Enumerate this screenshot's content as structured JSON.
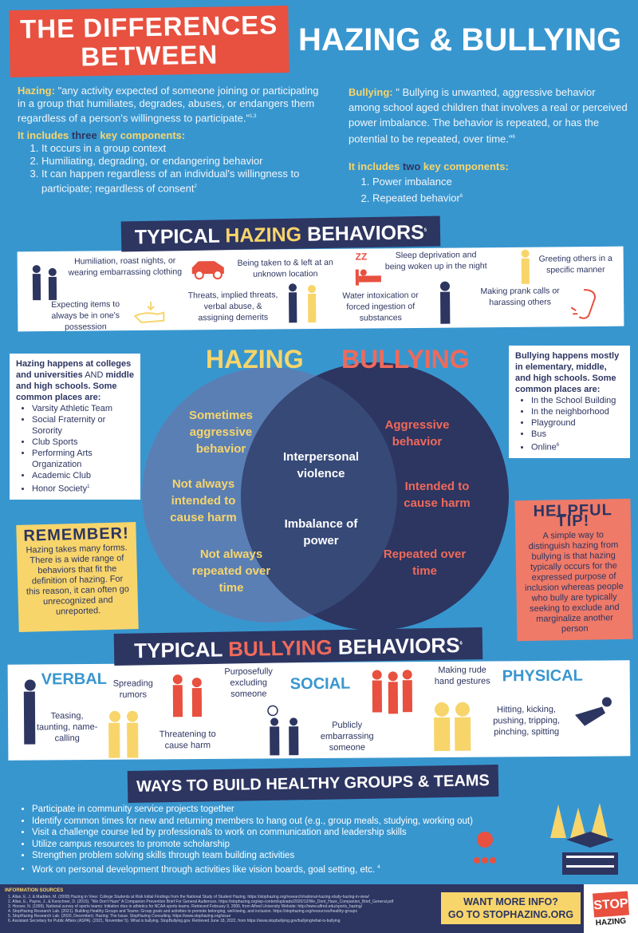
{
  "header": {
    "left_title": [
      "THE DIFFERENCES",
      "BETWEEN"
    ],
    "right_title": "HAZING & BULLYING"
  },
  "hazing_def": {
    "term": "Hazing:",
    "text": " \"any activity expected of someone joining or participating in a group that humiliates, degrades, abuses, or endangers them regardless of a person's willingness to participate.\"",
    "sup": "1,3",
    "components_pre": "It includes ",
    "components_count": "three",
    "components_post": " key components:",
    "items": [
      "It occurs in a group context",
      "Humiliating, degrading, or endangering behavior",
      "It can happen regardless of an individual's willingness to participate; regardless of consent"
    ],
    "items_sup": "2"
  },
  "bullying_def": {
    "term": "Bullying:",
    "text": " \" Bullying is unwanted, aggressive behavior among school aged children that involves a real or perceived power imbalance. The behavior is repeated, or has the potential to be repeated, over time.\"",
    "sup": "6",
    "components_pre": "It includes ",
    "components_count": "two",
    "components_post": " key components:",
    "items": [
      "Power imbalance",
      "Repeated behavior"
    ],
    "items_sup": "6"
  },
  "hazing_behaviors": {
    "title_pre": "TYPICAL ",
    "title_hl": "HAZING",
    "title_post": " BEHAVIORS",
    "sup": "5",
    "items": [
      "Humiliation, roast nights, or wearing embarrassing clothing",
      "Expecting items to always be in one's possession",
      "Being taken to & left at an unknown location",
      "Threats, implied threats, verbal abuse, & assigning demerits",
      "Sleep deprivation and being woken up in the night",
      "Water intoxication or forced ingestion of substances",
      "Greeting others in a specific manner",
      "Making prank calls or harassing others"
    ]
  },
  "venn": {
    "left_title": "HAZING",
    "right_title": "BULLYING",
    "left": [
      "Sometimes aggressive behavior",
      "Not always intended to cause harm",
      "Not always repeated over time"
    ],
    "center": [
      "Interpersonal violence",
      "Imbalance of power"
    ],
    "right": [
      "Aggressive behavior",
      "Intended to cause harm",
      "Repeated over time"
    ],
    "colors": {
      "left": "#5a7fb5",
      "right": "#2d3561",
      "hazing": "#f7d56b",
      "bullying": "#ef6a5a"
    }
  },
  "hazing_places": {
    "b1": "Hazing happens at colleges and universities",
    "mid": " AND ",
    "b2": "middle and high schools. Some common places are:",
    "items": [
      "Varsity Athletic Team",
      "Social Fraternity or Sorority",
      "Club Sports",
      "Performing Arts Organization",
      "Academic Club",
      "Honor Society"
    ],
    "sup": "1"
  },
  "bullying_places": {
    "intro": "Bullying happens mostly in elementary, middle, and high schools. Some common places are:",
    "items": [
      "In the School Building",
      "In the neighborhood",
      "Playground",
      "Bus",
      "Online"
    ],
    "sup": "6"
  },
  "remember": {
    "title": "REMEMBER!",
    "text": "Hazing takes many forms. There is a wide range of behaviors that fit the definition of hazing. For this reason, it can often go unrecognized and unreported."
  },
  "tip": {
    "title": "HELPFUL TIP!",
    "text": "A simple way to distinguish hazing from bullying is that hazing typically occurs for the expressed purpose of inclusion whereas people who bully are typically seeking to exclude and marginalize another person"
  },
  "bullying_behaviors": {
    "title_pre": "TYPICAL ",
    "title_hl": "BULLYING",
    "title_post": " BEHAVIORS",
    "sup": "6",
    "categories": [
      "VERBAL",
      "SOCIAL",
      "PHYSICAL"
    ],
    "items": [
      "Teasing, taunting, name-calling",
      "Spreading rumors",
      "Threatening to cause harm",
      "Purposefully excluding someone",
      "Publicly embarrassing someone",
      "Making rude hand gestures",
      "Hitting, kicking, pushing, tripping, pinching, spitting"
    ]
  },
  "ways": {
    "title": "WAYS TO BUILD HEALTHY GROUPS & TEAMS",
    "items": [
      "Participate in community service projects together",
      "Identify common times for new and returning members to hang out (e.g., group meals, studying, working out)",
      "Visit a challenge course led by professionals to work on communication and leadership skills",
      "Utilize campus resources to promote scholarship",
      "Strengthen problem solving skills through team building activities",
      "Work on personal development through activities like vision boards, goal setting, etc."
    ],
    "sup": "4"
  },
  "footer": {
    "sources_title": "INFORMATION SOURCES",
    "sources": [
      "1. Allan, E. J. & Madden, M. (2008) Hazing in View: College Students at Risk Initial Findings from the National Study of Student Hazing. https://stophazing.org/research/national-hazing-study-hazing-in-view/",
      "2. Allan, E., Payne, J., & Kerschner, D. (2015). \"We Don't Haze\" A Companion Prevention Brief For General Audiences. https://stophazing.org/wp-content/uploads/2020/12/We_Dont_Haze_Companion_Brief_General.pdf",
      "3. Hoover, N. (1999). National survey of sports teams: Initiation rites in athletics for NCAA sports teams. Retrieved February 9, 2006, from Alfred University Website: http://www.alfred.edu/sports_hazing/",
      "4. StopHazing Research Lab. (2021). Building Healthy Groups and Teams: Group goals and activities to promote belonging, well-being, and inclusion. https://stophazing.org/resources/healthy-groups",
      "5. StopHazing Research Lab. (2020, December). Hazing: The Issue. StopHazing Consulting. https://www.stophazing.org/issue",
      "6. Assistant Secretary for Public Affairs (ASPA). (2021, November 5). What is bullying. StopBullying.gov. Retrieved June 18, 2022, from https://www.stopbullying.gov/bullying/what-is-bullying"
    ],
    "cta": [
      "WANT MORE INFO?",
      "GO TO STOPHAZING.ORG"
    ],
    "logo": [
      "STOP",
      "HAZING"
    ]
  }
}
